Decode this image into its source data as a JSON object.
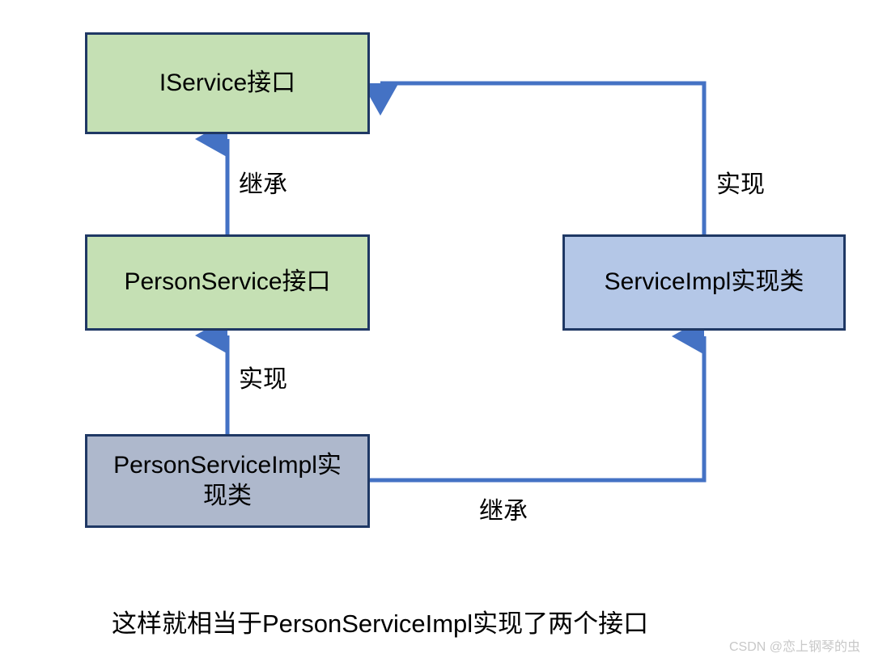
{
  "diagram": {
    "type": "uml-class-relationship",
    "background_color": "#FFFFFF",
    "border_color": "#1F3864",
    "connector_color": "#4472C4",
    "nodes": [
      {
        "id": "iservice",
        "label": "IService接口",
        "fill_color": "#C5E0B4",
        "kind": "interface"
      },
      {
        "id": "personservice",
        "label": "PersonService接口",
        "fill_color": "#C5E0B4",
        "kind": "interface"
      },
      {
        "id": "personserviceimpl",
        "label": "PersonServiceImpl实\n现类",
        "fill_color": "#AEB8CC",
        "kind": "class"
      },
      {
        "id": "serviceimpl",
        "label": "ServiceImpl实现类",
        "fill_color": "#B4C7E7",
        "kind": "class"
      }
    ],
    "edges": [
      {
        "id": "personservice-to-iservice",
        "from": "personservice",
        "to": "iservice",
        "label": "继承",
        "arrow": "up"
      },
      {
        "id": "personserviceimpl-to-personservice",
        "from": "personserviceimpl",
        "to": "personservice",
        "label": "实现",
        "arrow": "up"
      },
      {
        "id": "serviceimpl-to-iservice",
        "from": "serviceimpl",
        "to": "iservice",
        "label": "实现",
        "arrow": "left"
      },
      {
        "id": "personserviceimpl-to-serviceimpl",
        "from": "personserviceimpl",
        "to": "serviceimpl",
        "label": "继承",
        "arrow": "up"
      }
    ]
  },
  "caption": {
    "text": "这样就相当于PersonServiceImpl实现了两个接口"
  },
  "watermark": {
    "text": "CSDN @恋上钢琴的虫",
    "color": "#C8C8C8"
  }
}
